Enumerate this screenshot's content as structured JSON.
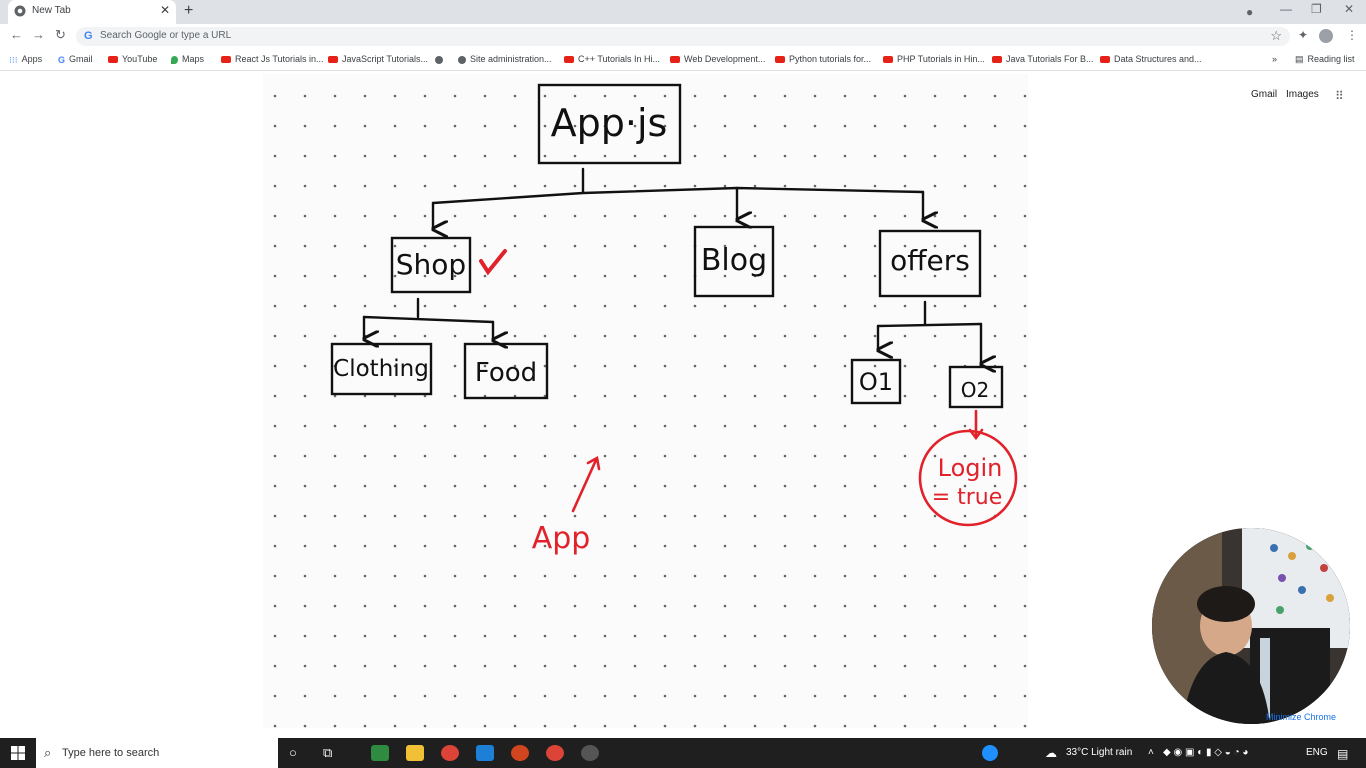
{
  "browser": {
    "tab_title": "New Tab",
    "omnibox_placeholder": "Search Google or type a URL",
    "bookmarks": [
      "Apps",
      "Gmail",
      "YouTube",
      "Maps",
      "React Js Tutorials in...",
      "JavaScript Tutorials...",
      "Site administration...",
      "C++ Tutorials In Hi...",
      "Web Development...",
      "Python tutorials for...",
      "PHP Tutorials in Hin...",
      "Java Tutorials For B...",
      "Data Structures and..."
    ],
    "reading_list": "Reading list",
    "google_links": [
      "Gmail",
      "Images"
    ]
  },
  "whiteboard": {
    "nodes": {
      "root": "App·js",
      "shop": "Shop",
      "blog": "Blog",
      "offers": "offers",
      "clothing": "Clothing",
      "food": "Food",
      "o1": "O1",
      "o2": "O2"
    },
    "annotations": {
      "app": "App",
      "login_line1": "Login",
      "login_line2": "= true"
    },
    "ink_black": "#111111",
    "ink_red": "#e2222b"
  },
  "overlay": {
    "minimize_label": "Minimize Chrome"
  },
  "taskbar": {
    "search_placeholder": "Type here to search",
    "weather": "33°C Light rain",
    "language": "ENG"
  }
}
